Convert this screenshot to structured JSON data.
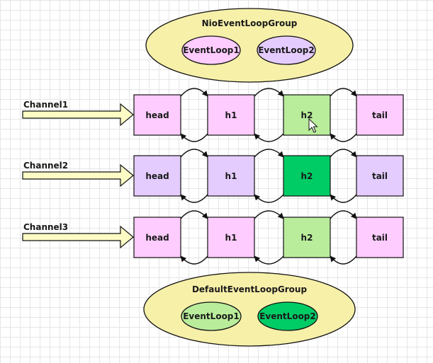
{
  "groups": {
    "nio": {
      "title": "NioEventLoopGroup",
      "loop1": "EventLoop1",
      "loop2": "EventLoop2"
    },
    "default": {
      "title": "DefaultEventLoopGroup",
      "loop1": "EventLoop1",
      "loop2": "EventLoop2"
    }
  },
  "channels": [
    {
      "label": "Channel1",
      "nodes": [
        "head",
        "h1",
        "h2",
        "tail"
      ]
    },
    {
      "label": "Channel2",
      "nodes": [
        "head",
        "h1",
        "h2",
        "tail"
      ]
    },
    {
      "label": "Channel3",
      "nodes": [
        "head",
        "h1",
        "h2",
        "tail"
      ]
    }
  ],
  "colors": {
    "pink": "#ffccff",
    "lavender": "#e5ccff",
    "light_green": "#b9ed9b",
    "green": "#00cc66",
    "ellipse_fill": "#f7f0a9",
    "arrow_fill": "#fdfcc5"
  }
}
